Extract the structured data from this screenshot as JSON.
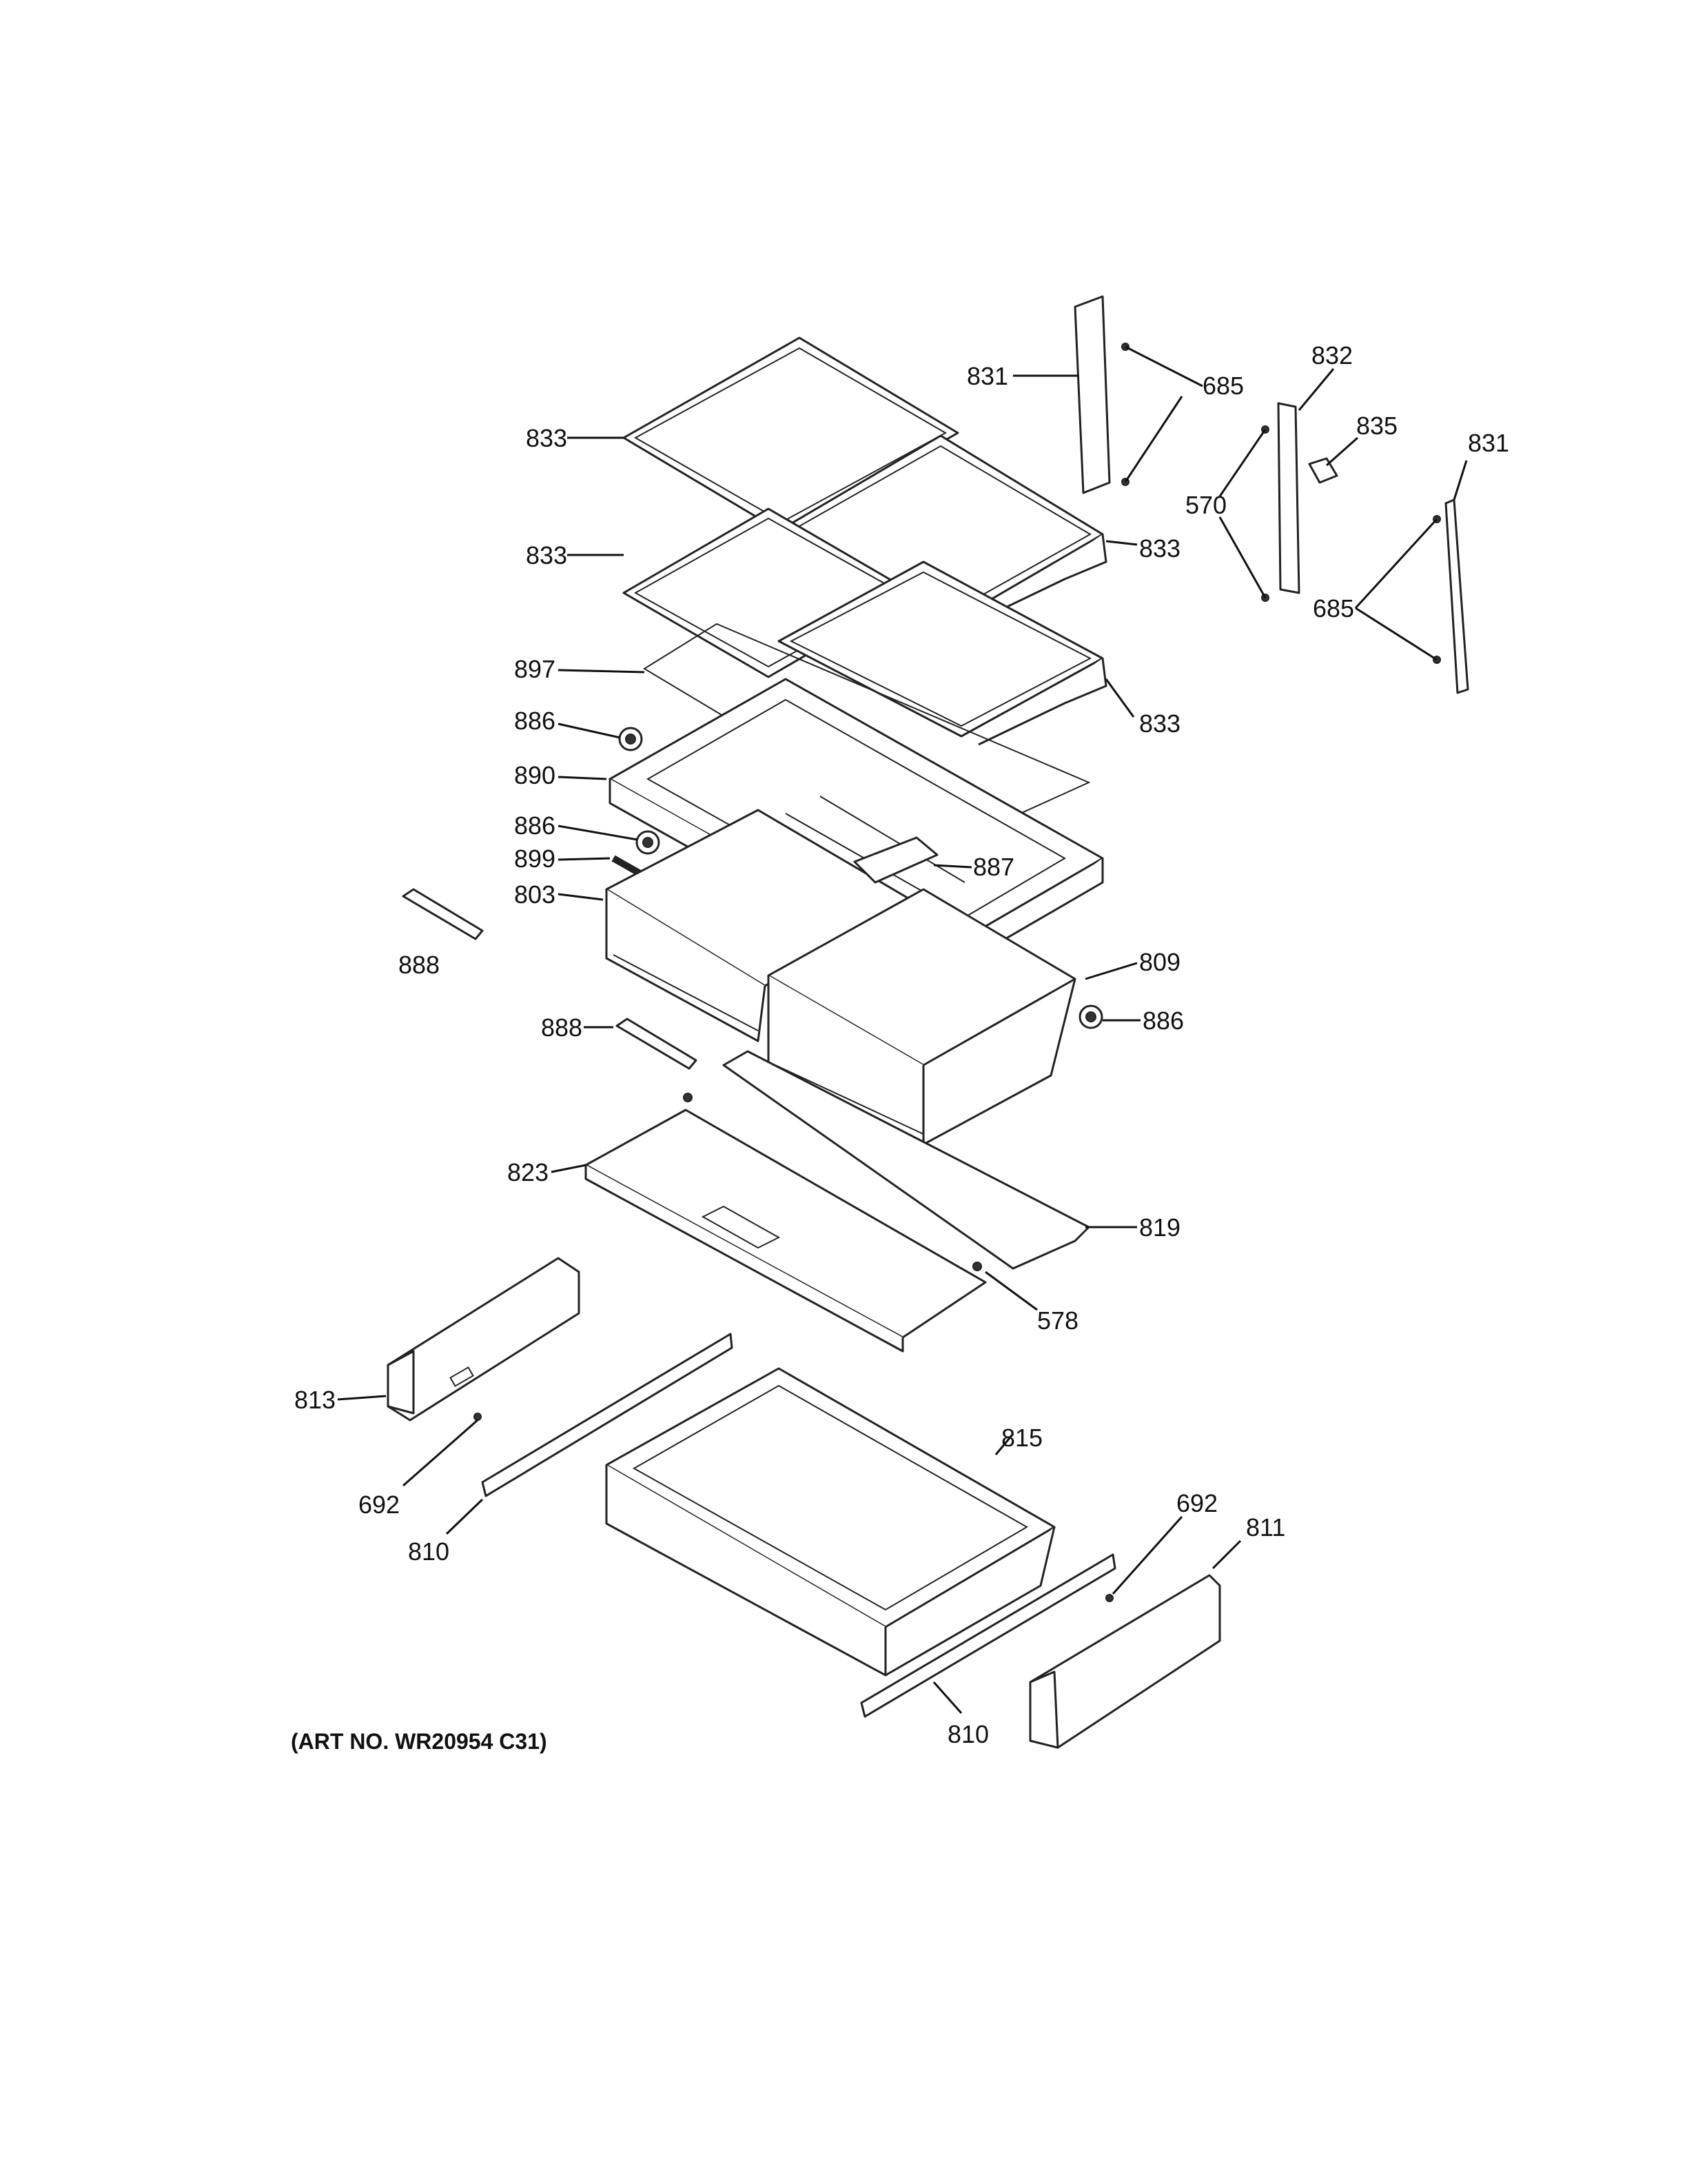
{
  "callouts": {
    "c831a": "831",
    "c685a": "685",
    "c832": "832",
    "c835": "835",
    "c831b": "831",
    "c570": "570",
    "c685b": "685",
    "c833a": "833",
    "c833b": "833",
    "c833c": "833",
    "c833d": "833",
    "c897": "897",
    "c886a": "886",
    "c890": "890",
    "c886b": "886",
    "c899": "899",
    "c887": "887",
    "c803": "803",
    "c888a": "888",
    "c809": "809",
    "c886c": "886",
    "c888b": "888",
    "c823": "823",
    "c819": "819",
    "c578": "578",
    "c813": "813",
    "c815": "815",
    "c692a": "692",
    "c810a": "810",
    "c692b": "692",
    "c811": "811",
    "c810b": "810"
  },
  "art_note": "(ART NO. WR20954 C31)"
}
